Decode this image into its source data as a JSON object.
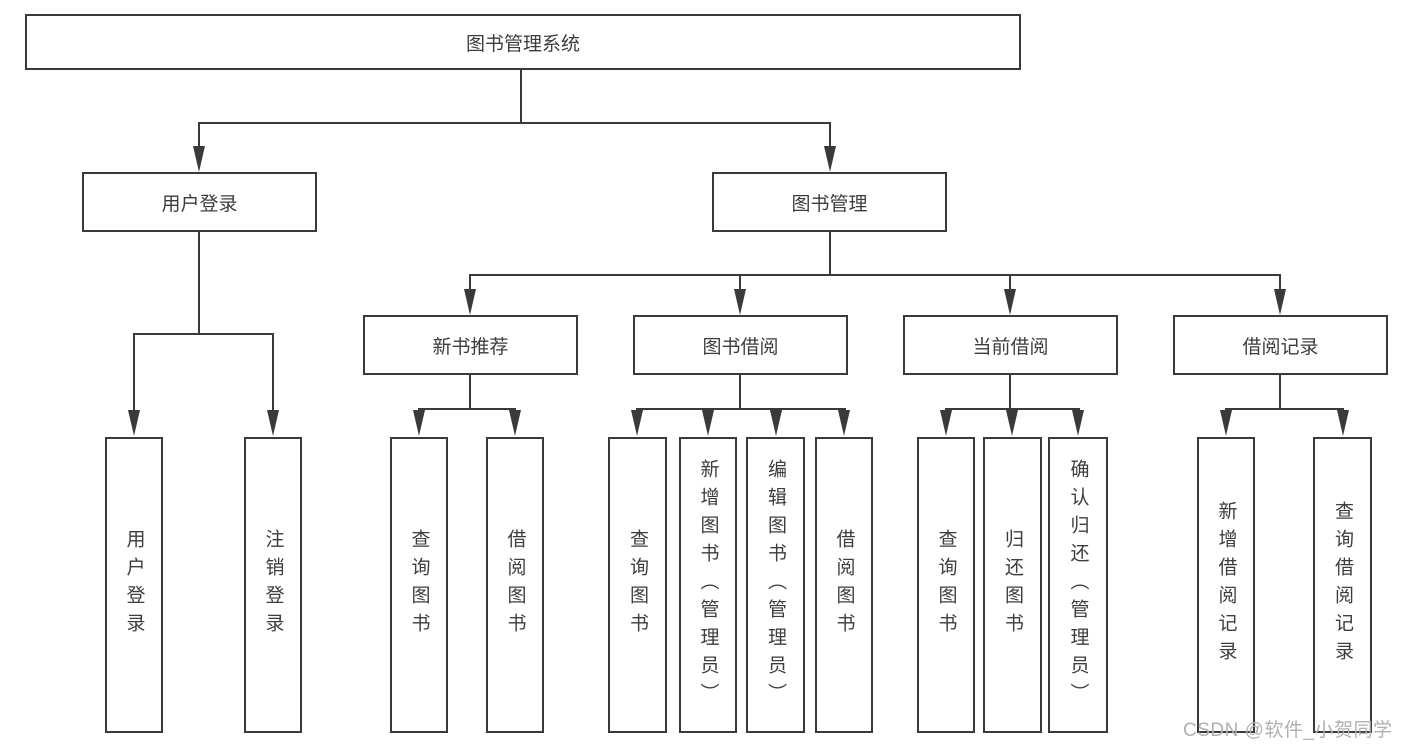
{
  "tree": {
    "label": "图书管理系统",
    "children": [
      {
        "label": "用户登录",
        "children": [
          {
            "label": "用户登录"
          },
          {
            "label": "注销登录"
          }
        ]
      },
      {
        "label": "图书管理",
        "children": [
          {
            "label": "新书推荐",
            "children": [
              {
                "label": "查询图书"
              },
              {
                "label": "借阅图书"
              }
            ]
          },
          {
            "label": "图书借阅",
            "children": [
              {
                "label": "查询图书"
              },
              {
                "label": "新增图书（管理员）"
              },
              {
                "label": "编辑图书（管理员）"
              },
              {
                "label": "借阅图书"
              }
            ]
          },
          {
            "label": "当前借阅",
            "children": [
              {
                "label": "查询图书"
              },
              {
                "label": "归还图书"
              },
              {
                "label": "确认归还（管理员）"
              }
            ]
          },
          {
            "label": "借阅记录",
            "children": [
              {
                "label": "新增借阅记录"
              },
              {
                "label": "查询借阅记录"
              }
            ]
          }
        ]
      }
    ]
  },
  "watermark": {
    "text": "CSDN @软件_小贺同学"
  },
  "colors": {
    "line": "#3a3a3a",
    "text": "#3d3d3d",
    "watermark": "#b0b0b0",
    "background": "#ffffff"
  }
}
